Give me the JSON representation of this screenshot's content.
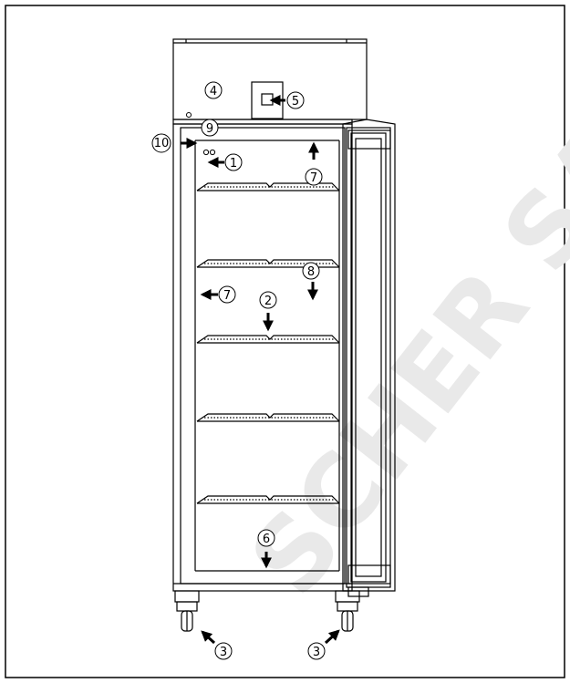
{
  "watermark": "SCHER SA",
  "callouts": {
    "c1": "1",
    "c2": "2",
    "c3a": "3",
    "c3b": "3",
    "c4": "4",
    "c5": "5",
    "c6": "6",
    "c7a": "7",
    "c7b": "7",
    "c8": "8",
    "c9": "9",
    "c10": "10"
  }
}
